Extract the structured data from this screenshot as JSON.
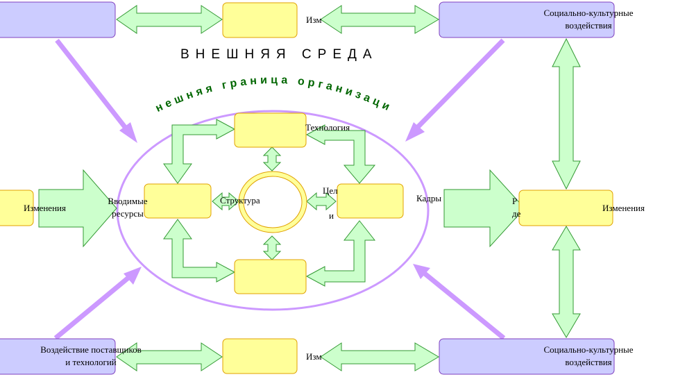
{
  "colors": {
    "purple_box_fill": "#ccccff",
    "purple_box_border": "#7f3fbf",
    "yellow_box_fill": "#ffff99",
    "yellow_box_border": "#e0a000",
    "arrow_fill": "#ccffcc",
    "arrow_border": "#339933",
    "influence_arrow": "#cc99ff",
    "boundary": "#cc99ff",
    "boundary_text": "#006600"
  },
  "outer": {
    "environment_title": "ВНЕШНЯЯ СРЕДА",
    "boundary_title": "внешняя граница организации"
  },
  "top_center_box": {
    "label": "Изм"
  },
  "top_right_box": {
    "line1": "Социально-культурные",
    "line2": "воздействия"
  },
  "bottom_left_box": {
    "line1": "Воздействие поставщиков",
    "line2": "и технологий"
  },
  "bottom_center_box": {
    "label": "Изм"
  },
  "bottom_right_box": {
    "line1": "Социально-культурные",
    "line2": "воздействия"
  },
  "left_box": {
    "label": "Изменения"
  },
  "right_box": {
    "label": "Изменения"
  },
  "inputs": {
    "line1": "Вводимые",
    "line2": "ресурсы"
  },
  "outputs": {
    "label": "Р",
    "line2": "де"
  },
  "internal": {
    "technology": "Технология",
    "structure": "Структура",
    "goals_line1": "Цел",
    "goals_line2": "и",
    "personnel": "Кадры"
  }
}
